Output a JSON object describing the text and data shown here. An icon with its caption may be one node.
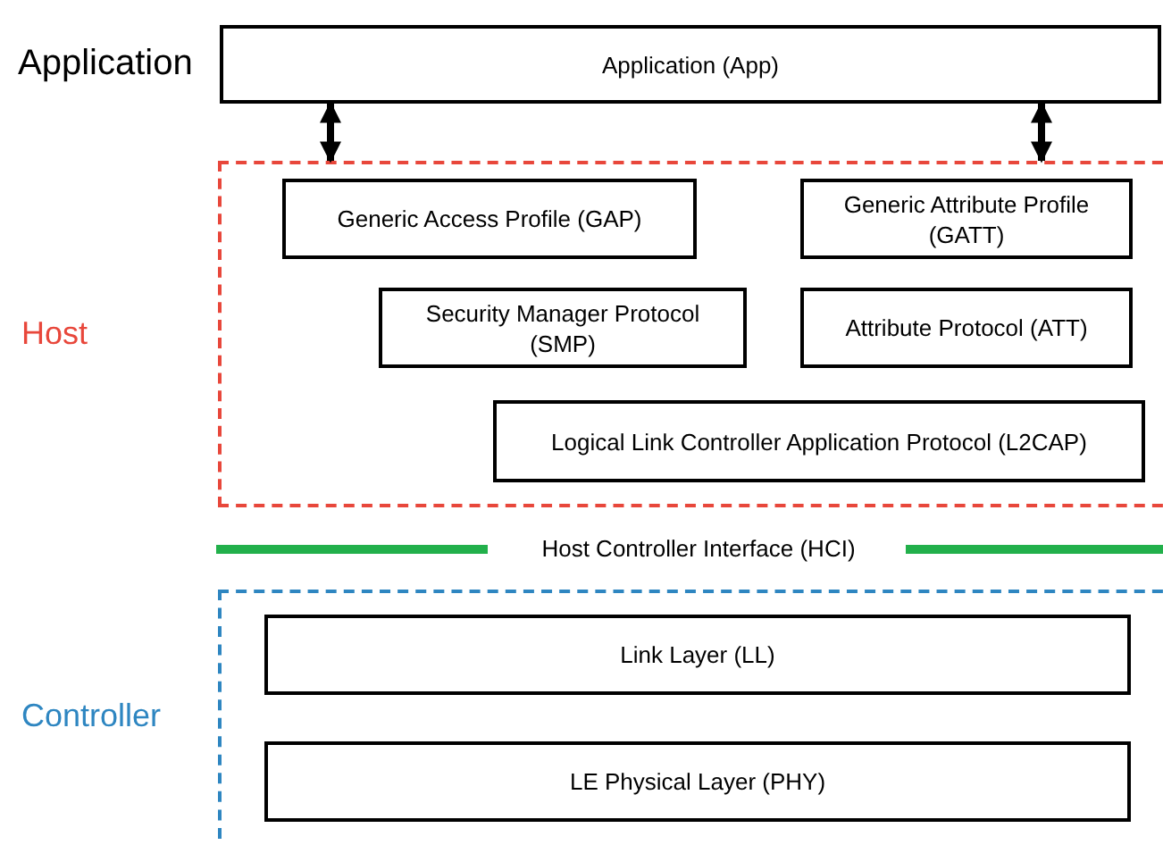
{
  "diagram": {
    "nodes": [
      {
        "text": [
          "Application (App)"
        ],
        "beside": [
          "Application"
        ]
      },
      {
        "text": [
          "Host"
        ]
      },
      {
        "text": [
          "Generic Access Profile (GAP)"
        ],
        "in": 1
      },
      {
        "text": [
          "Generic Attribute Profile (GATT)"
        ],
        "in": 1
      },
      {
        "text": [
          "Security Manager Protocol (SMP)"
        ],
        "in": 1
      },
      {
        "text": [
          "Attribute Protocol (ATT)"
        ],
        "in": 1
      },
      {
        "text": [
          "Logical Link Controller Application Protocol (L2CAP)"
        ],
        "in": 1
      },
      {
        "text": [
          "Controller"
        ]
      },
      {
        "text": [
          "Link Layer (LL)"
        ],
        "in": 7
      },
      {
        "text": [
          "LE Physical Layer (PHY)"
        ],
        "in": 7
      }
    ],
    "edges": [
      {
        "from": 0,
        "to": 1,
        "arrow": "both"
      },
      {
        "from": 0,
        "to": 1,
        "arrow": "both"
      }
    ],
    "labels": [
      "Host Controller Interface (HCI)"
    ]
  }
}
